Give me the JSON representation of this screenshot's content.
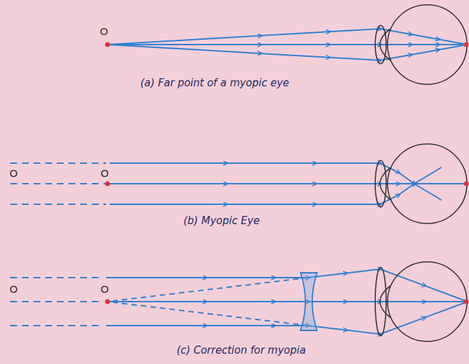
{
  "diagram": {
    "labels": [
      "O",
      "(a) Far point of a myopic eye",
      "O",
      "O",
      "(b) Myopic Eye",
      "O",
      "O",
      "(c) Correction for myopia"
    ]
  }
}
